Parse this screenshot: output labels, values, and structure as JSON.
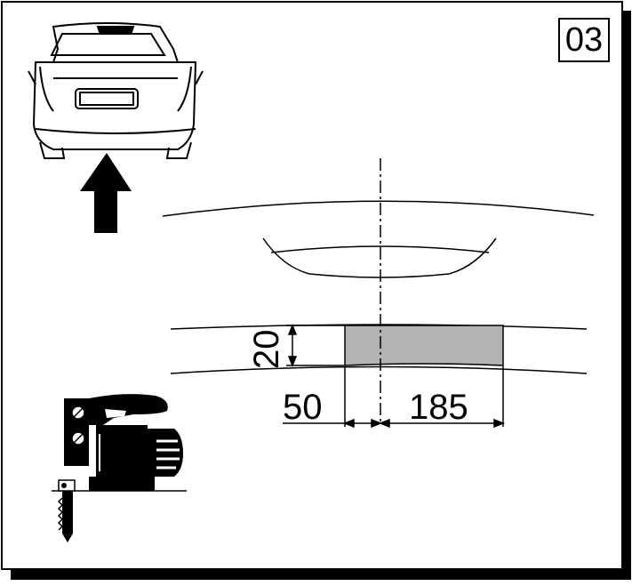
{
  "step_number": "03",
  "dimensions": {
    "vertical": "20",
    "left_offset": "50",
    "cut_width": "185"
  },
  "colors": {
    "line": "#000000",
    "cut_area": "#b3b3b3",
    "background": "#ffffff"
  },
  "icons": {
    "vehicle": "car-rear-icon",
    "direction": "arrow-up-icon",
    "tool": "jigsaw-icon"
  }
}
